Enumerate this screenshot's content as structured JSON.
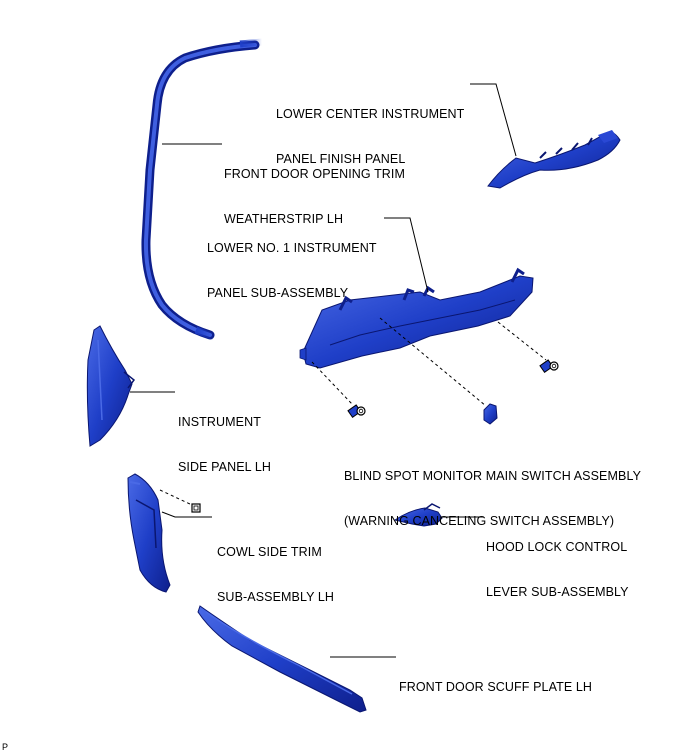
{
  "callouts": {
    "lower_center_finish_panel": {
      "line1": "LOWER CENTER INSTRUMENT",
      "line2": "PANEL FINISH PANEL"
    },
    "front_door_opening_trim": {
      "line1": "FRONT DOOR OPENING TRIM",
      "line2": "WEATHERSTRIP LH"
    },
    "lower_no1_instrument_panel": {
      "line1": "LOWER NO. 1 INSTRUMENT",
      "line2": "PANEL SUB-ASSEMBLY"
    },
    "instrument_side_panel": {
      "line1": "INSTRUMENT",
      "line2": "SIDE PANEL LH"
    },
    "blind_spot_monitor_switch": {
      "line1": "BLIND SPOT MONITOR MAIN SWITCH ASSEMBLY",
      "line2": "(WARNING CANCELING SWITCH ASSEMBLY)"
    },
    "cowl_side_trim": {
      "line1": "COWL SIDE TRIM",
      "line2": "SUB-ASSEMBLY LH"
    },
    "hood_lock_control_lever": {
      "line1": "HOOD LOCK CONTROL",
      "line2": "LEVER SUB-ASSEMBLY"
    },
    "front_door_scuff_plate": {
      "line1": "FRONT DOOR SCUFF PLATE LH"
    }
  },
  "corner_mark": "P",
  "colors": {
    "part_fill": "#1f3fc8",
    "part_dark": "#0e1f8c",
    "part_light": "#4a6ae6",
    "line": "#000000"
  }
}
